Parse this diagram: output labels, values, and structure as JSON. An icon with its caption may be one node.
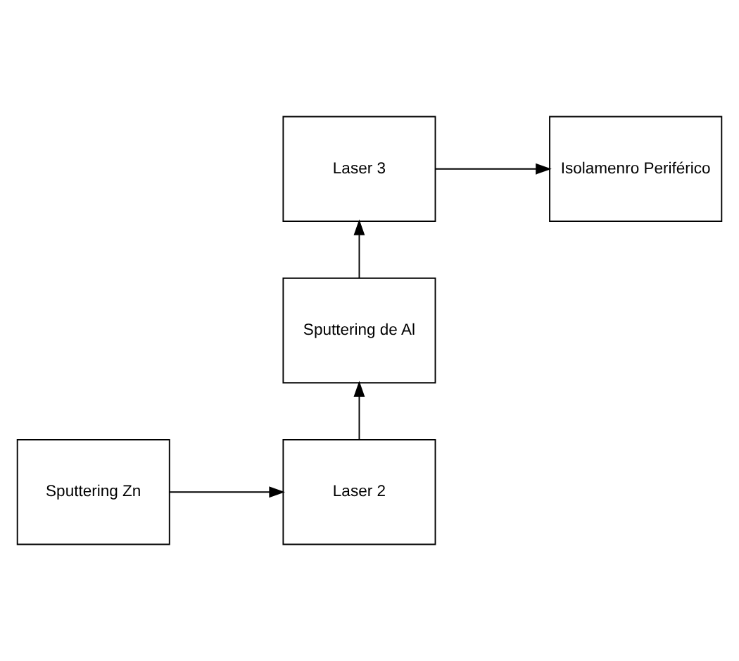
{
  "diagram": {
    "nodes": [
      {
        "text": [
          "Isolamenro Periférico"
        ]
      },
      {
        "text": [
          "Laser 3"
        ]
      },
      {
        "text": [
          "Sputtering de Al"
        ]
      },
      {
        "text": [
          "Sputtering Zn"
        ]
      },
      {
        "text": [
          "Laser 2"
        ]
      }
    ],
    "edges": [
      {
        "from": 3,
        "to": 4,
        "arrow": "to"
      },
      {
        "from": 4,
        "to": 2,
        "arrow": "to"
      },
      {
        "from": 2,
        "to": 1,
        "arrow": "to"
      },
      {
        "from": 1,
        "to": 0,
        "arrow": "to"
      }
    ]
  }
}
